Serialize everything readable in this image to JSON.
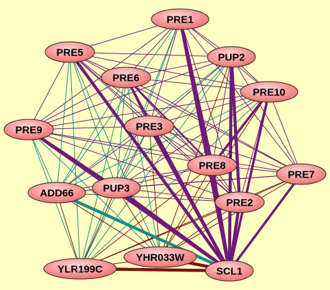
{
  "colors": {
    "background": "#FFFFC4",
    "node_fill_light": "#FFD8D8",
    "node_fill_dark": "#F07070",
    "node_stroke": "#222222",
    "edge_purple": "#6E1A78",
    "edge_teal": "#1E8A86",
    "edge_maroon": "#7A1010"
  },
  "nodes": [
    {
      "id": "PRE1",
      "label": "PRE1"
    },
    {
      "id": "PRE5",
      "label": "PRE5"
    },
    {
      "id": "PUP2",
      "label": "PUP2"
    },
    {
      "id": "PRE6",
      "label": "PRE6"
    },
    {
      "id": "PRE10",
      "label": "PRE10"
    },
    {
      "id": "PRE9",
      "label": "PRE9"
    },
    {
      "id": "PRE3",
      "label": "PRE3"
    },
    {
      "id": "PRE8",
      "label": "PRE8"
    },
    {
      "id": "PRE7",
      "label": "PRE7"
    },
    {
      "id": "ADD66",
      "label": "ADD66"
    },
    {
      "id": "PUP3",
      "label": "PUP3"
    },
    {
      "id": "PRE2",
      "label": "PRE2"
    },
    {
      "id": "YHR033W",
      "label": "YHR033W"
    },
    {
      "id": "YLR199C",
      "label": "YLR199C"
    },
    {
      "id": "SCL1",
      "label": "SCL1"
    }
  ],
  "edges": [
    {
      "source": "PRE1",
      "target": "SCL1",
      "color": "purple",
      "weight": 4
    },
    {
      "source": "PRE5",
      "target": "SCL1",
      "color": "purple",
      "weight": 4
    },
    {
      "source": "PUP2",
      "target": "SCL1",
      "color": "purple",
      "weight": 4
    },
    {
      "source": "PRE10",
      "target": "SCL1",
      "color": "purple",
      "weight": 3
    },
    {
      "source": "PRE6",
      "target": "SCL1",
      "color": "purple",
      "weight": 3
    },
    {
      "source": "PRE3",
      "target": "SCL1",
      "color": "purple",
      "weight": 4
    },
    {
      "source": "PRE8",
      "target": "SCL1",
      "color": "purple",
      "weight": 4
    },
    {
      "source": "PRE7",
      "target": "SCL1",
      "color": "purple",
      "weight": 3
    },
    {
      "source": "PRE2",
      "target": "SCL1",
      "color": "purple",
      "weight": 4
    },
    {
      "source": "PUP3",
      "target": "SCL1",
      "color": "purple",
      "weight": 4
    },
    {
      "source": "PRE9",
      "target": "SCL1",
      "color": "purple",
      "weight": 4
    },
    {
      "source": "ADD66",
      "target": "SCL1",
      "color": "teal",
      "weight": 4
    },
    {
      "source": "YLR199C",
      "target": "SCL1",
      "color": "maroon",
      "weight": 4
    },
    {
      "source": "YHR033W",
      "target": "SCL1",
      "color": "maroon",
      "weight": 4
    },
    {
      "source": "PRE1",
      "target": "PRE8",
      "color": "purple",
      "weight": 4
    },
    {
      "source": "PUP2",
      "target": "PRE2",
      "color": "purple",
      "weight": 4
    },
    {
      "source": "PRE10",
      "target": "PRE8",
      "color": "purple",
      "weight": 3
    },
    {
      "source": "PRE5",
      "target": "PRE6",
      "color": "purple",
      "weight": 1
    },
    {
      "source": "PRE6",
      "target": "PRE8",
      "color": "purple",
      "weight": 2
    },
    {
      "source": "PRE9",
      "target": "PUP3",
      "color": "purple",
      "weight": 3
    },
    {
      "source": "PRE1",
      "target": "PRE5",
      "color": "purple",
      "weight": 1
    },
    {
      "source": "PRE1",
      "target": "PUP2",
      "color": "purple",
      "weight": 1
    },
    {
      "source": "PRE1",
      "target": "PRE10",
      "color": "purple",
      "weight": 1
    },
    {
      "source": "PRE1",
      "target": "PRE6",
      "color": "purple",
      "weight": 1
    },
    {
      "source": "PRE1",
      "target": "PRE9",
      "color": "purple",
      "weight": 1
    },
    {
      "source": "PRE1",
      "target": "PRE3",
      "color": "purple",
      "weight": 1
    },
    {
      "source": "PRE1",
      "target": "PRE7",
      "color": "purple",
      "weight": 1
    },
    {
      "source": "PRE1",
      "target": "PUP3",
      "color": "teal",
      "weight": 1
    },
    {
      "source": "PRE1",
      "target": "ADD66",
      "color": "teal",
      "weight": 1
    },
    {
      "source": "PRE1",
      "target": "PRE2",
      "color": "purple",
      "weight": 1
    },
    {
      "source": "PRE1",
      "target": "YLR199C",
      "color": "teal",
      "weight": 1
    },
    {
      "source": "PRE5",
      "target": "PUP2",
      "color": "purple",
      "weight": 1
    },
    {
      "source": "PRE5",
      "target": "PRE10",
      "color": "purple",
      "weight": 1
    },
    {
      "source": "PRE5",
      "target": "PRE9",
      "color": "purple",
      "weight": 1
    },
    {
      "source": "PRE5",
      "target": "PRE3",
      "color": "purple",
      "weight": 1
    },
    {
      "source": "PRE5",
      "target": "PRE8",
      "color": "purple",
      "weight": 1
    },
    {
      "source": "PRE5",
      "target": "PRE7",
      "color": "purple",
      "weight": 1
    },
    {
      "source": "PRE5",
      "target": "ADD66",
      "color": "teal",
      "weight": 1
    },
    {
      "source": "PRE5",
      "target": "PUP3",
      "color": "teal",
      "weight": 1
    },
    {
      "source": "PRE5",
      "target": "PRE2",
      "color": "purple",
      "weight": 1
    },
    {
      "source": "PRE5",
      "target": "YLR199C",
      "color": "teal",
      "weight": 1
    },
    {
      "source": "PRE5",
      "target": "YHR033W",
      "color": "teal",
      "weight": 1
    },
    {
      "source": "PUP2",
      "target": "PRE6",
      "color": "purple",
      "weight": 1
    },
    {
      "source": "PUP2",
      "target": "PRE10",
      "color": "purple",
      "weight": 1
    },
    {
      "source": "PUP2",
      "target": "PRE9",
      "color": "purple",
      "weight": 1
    },
    {
      "source": "PUP2",
      "target": "PRE3",
      "color": "purple",
      "weight": 1
    },
    {
      "source": "PUP2",
      "target": "PRE8",
      "color": "purple",
      "weight": 1
    },
    {
      "source": "PUP2",
      "target": "PRE7",
      "color": "purple",
      "weight": 1
    },
    {
      "source": "PUP2",
      "target": "ADD66",
      "color": "teal",
      "weight": 1
    },
    {
      "source": "PUP2",
      "target": "PUP3",
      "color": "teal",
      "weight": 1
    },
    {
      "source": "PUP2",
      "target": "YLR199C",
      "color": "teal",
      "weight": 1
    },
    {
      "source": "PUP2",
      "target": "YHR033W",
      "color": "maroon",
      "weight": 1
    },
    {
      "source": "PRE6",
      "target": "PRE10",
      "color": "purple",
      "weight": 1
    },
    {
      "source": "PRE6",
      "target": "PRE9",
      "color": "purple",
      "weight": 1
    },
    {
      "source": "PRE6",
      "target": "PRE3",
      "color": "purple",
      "weight": 1
    },
    {
      "source": "PRE6",
      "target": "PRE7",
      "color": "purple",
      "weight": 1
    },
    {
      "source": "PRE6",
      "target": "ADD66",
      "color": "teal",
      "weight": 1
    },
    {
      "source": "PRE6",
      "target": "PUP3",
      "color": "teal",
      "weight": 1
    },
    {
      "source": "PRE6",
      "target": "PRE2",
      "color": "purple",
      "weight": 1
    },
    {
      "source": "PRE6",
      "target": "YLR199C",
      "color": "teal",
      "weight": 1
    },
    {
      "source": "PRE6",
      "target": "YHR033W",
      "color": "teal",
      "weight": 1
    },
    {
      "source": "PRE10",
      "target": "PRE9",
      "color": "purple",
      "weight": 1
    },
    {
      "source": "PRE10",
      "target": "PRE3",
      "color": "purple",
      "weight": 1
    },
    {
      "source": "PRE10",
      "target": "PRE7",
      "color": "purple",
      "weight": 1
    },
    {
      "source": "PRE10",
      "target": "ADD66",
      "color": "teal",
      "weight": 1
    },
    {
      "source": "PRE10",
      "target": "PUP3",
      "color": "purple",
      "weight": 1
    },
    {
      "source": "PRE10",
      "target": "PRE2",
      "color": "purple",
      "weight": 1
    },
    {
      "source": "PRE10",
      "target": "YLR199C",
      "color": "teal",
      "weight": 1
    },
    {
      "source": "PRE10",
      "target": "YHR033W",
      "color": "maroon",
      "weight": 1
    },
    {
      "source": "PRE9",
      "target": "PRE3",
      "color": "purple",
      "weight": 1
    },
    {
      "source": "PRE9",
      "target": "PRE8",
      "color": "purple",
      "weight": 1
    },
    {
      "source": "PRE9",
      "target": "PRE7",
      "color": "purple",
      "weight": 1
    },
    {
      "source": "PRE9",
      "target": "ADD66",
      "color": "teal",
      "weight": 1
    },
    {
      "source": "PRE9",
      "target": "PRE2",
      "color": "purple",
      "weight": 1
    },
    {
      "source": "PRE9",
      "target": "YLR199C",
      "color": "teal",
      "weight": 1
    },
    {
      "source": "PRE9",
      "target": "YHR033W",
      "color": "teal",
      "weight": 1
    },
    {
      "source": "PRE3",
      "target": "PRE8",
      "color": "purple",
      "weight": 1
    },
    {
      "source": "PRE3",
      "target": "PRE7",
      "color": "purple",
      "weight": 1
    },
    {
      "source": "PRE3",
      "target": "ADD66",
      "color": "purple",
      "weight": 1
    },
    {
      "source": "PRE3",
      "target": "PUP3",
      "color": "purple",
      "weight": 1
    },
    {
      "source": "PRE3",
      "target": "PRE2",
      "color": "purple",
      "weight": 1
    },
    {
      "source": "PRE3",
      "target": "YLR199C",
      "color": "teal",
      "weight": 1
    },
    {
      "source": "PRE3",
      "target": "YHR033W",
      "color": "maroon",
      "weight": 1
    },
    {
      "source": "PRE8",
      "target": "PRE7",
      "color": "purple",
      "weight": 1
    },
    {
      "source": "PRE8",
      "target": "ADD66",
      "color": "purple",
      "weight": 1
    },
    {
      "source": "PRE8",
      "target": "PUP3",
      "color": "purple",
      "weight": 1
    },
    {
      "source": "PRE8",
      "target": "PRE2",
      "color": "purple",
      "weight": 1
    },
    {
      "source": "PRE8",
      "target": "YLR199C",
      "color": "maroon",
      "weight": 1
    },
    {
      "source": "PRE8",
      "target": "YHR033W",
      "color": "maroon",
      "weight": 1
    },
    {
      "source": "PRE7",
      "target": "PRE2",
      "color": "purple",
      "weight": 1
    },
    {
      "source": "PRE7",
      "target": "PUP3",
      "color": "purple",
      "weight": 1
    },
    {
      "source": "PRE7",
      "target": "YLR199C",
      "color": "maroon",
      "weight": 1
    },
    {
      "source": "PRE7",
      "target": "YHR033W",
      "color": "maroon",
      "weight": 1
    },
    {
      "source": "PRE7",
      "target": "ADD66",
      "color": "purple",
      "weight": 1
    },
    {
      "source": "ADD66",
      "target": "PUP3",
      "color": "maroon",
      "weight": 1
    },
    {
      "source": "ADD66",
      "target": "YLR199C",
      "color": "maroon",
      "weight": 1
    },
    {
      "source": "ADD66",
      "target": "YHR033W",
      "color": "maroon",
      "weight": 1
    },
    {
      "source": "ADD66",
      "target": "PRE2",
      "color": "purple",
      "weight": 1
    },
    {
      "source": "PUP3",
      "target": "PRE2",
      "color": "purple",
      "weight": 1
    },
    {
      "source": "PUP3",
      "target": "YLR199C",
      "color": "maroon",
      "weight": 1
    },
    {
      "source": "PUP3",
      "target": "YHR033W",
      "color": "maroon",
      "weight": 1
    },
    {
      "source": "PRE2",
      "target": "YLR199C",
      "color": "maroon",
      "weight": 1
    },
    {
      "source": "PRE2",
      "target": "YHR033W",
      "color": "maroon",
      "weight": 1
    },
    {
      "source": "YLR199C",
      "target": "YHR033W",
      "color": "maroon",
      "weight": 1
    }
  ]
}
